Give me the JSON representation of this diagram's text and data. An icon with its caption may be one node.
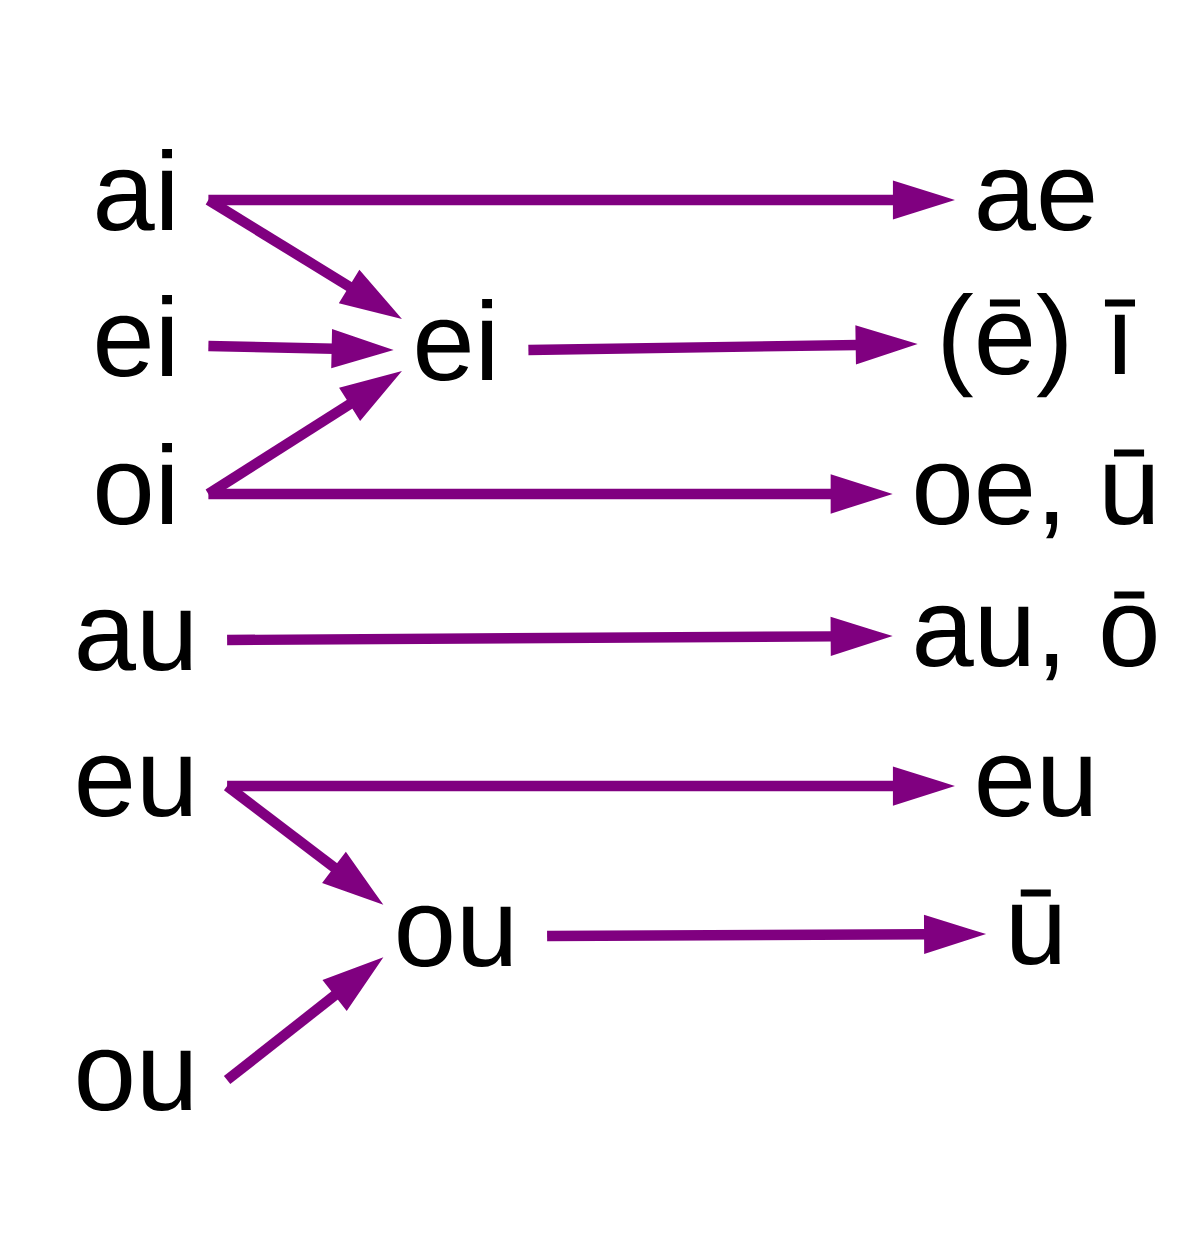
{
  "diagram": {
    "nodes": [
      {
        "text": [
          "ai"
        ]
      },
      {
        "text": [
          "ae"
        ]
      },
      {
        "text": [
          "ei"
        ]
      },
      {
        "text": [
          "ei"
        ]
      },
      {
        "text": [
          "(ē) ī"
        ]
      },
      {
        "text": [
          "oi"
        ]
      },
      {
        "text": [
          "oe, ū"
        ]
      },
      {
        "text": [
          "au"
        ]
      },
      {
        "text": [
          "au, ō"
        ]
      },
      {
        "text": [
          "eu"
        ]
      },
      {
        "text": [
          "eu"
        ]
      },
      {
        "text": [
          "ou"
        ]
      },
      {
        "text": [
          "ū"
        ]
      },
      {
        "text": [
          "ou"
        ]
      }
    ],
    "edges": [
      {
        "from": 0,
        "to": 1,
        "arrow": "to"
      },
      {
        "from": 0,
        "to": 3,
        "arrow": "to"
      },
      {
        "from": 2,
        "to": 3,
        "arrow": "to"
      },
      {
        "from": 5,
        "to": 3,
        "arrow": "to"
      },
      {
        "from": 3,
        "to": 4,
        "arrow": "to"
      },
      {
        "from": 5,
        "to": 6,
        "arrow": "to"
      },
      {
        "from": 7,
        "to": 8,
        "arrow": "to"
      },
      {
        "from": 9,
        "to": 10,
        "arrow": "to"
      },
      {
        "from": 9,
        "to": 11,
        "arrow": "to"
      },
      {
        "from": 11,
        "to": 12,
        "arrow": "to"
      },
      {
        "from": 13,
        "to": 11,
        "arrow": "to"
      }
    ]
  }
}
